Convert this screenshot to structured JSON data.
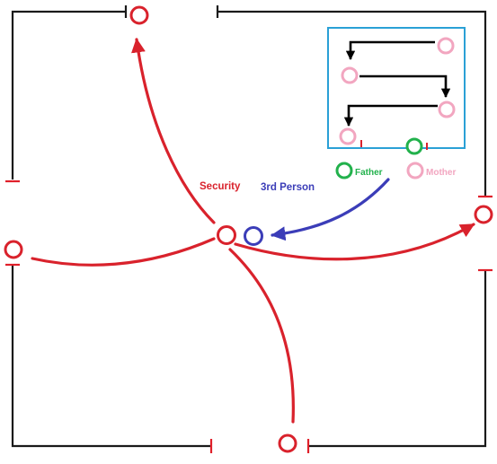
{
  "colors": {
    "wall": "#1a1a1a",
    "door": "#e0202a",
    "security": "#d9222c",
    "third_person": "#3b3db8",
    "father": "#22b14c",
    "mother": "#f2a6c0",
    "inset_border": "#2aa0d6",
    "inset_arrow": "#000000"
  },
  "labels": {
    "security": "Security",
    "third_person": "3rd Person",
    "father": "Father",
    "mother": "Mother"
  }
}
